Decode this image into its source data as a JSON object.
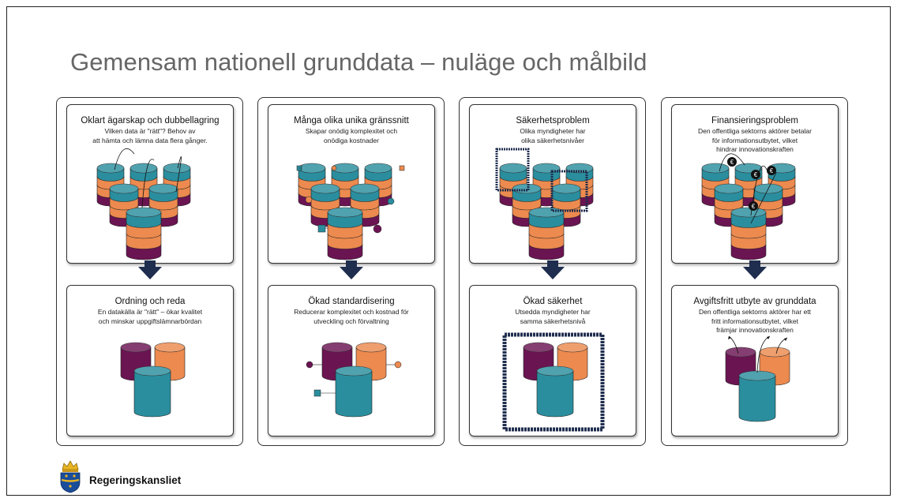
{
  "slide": {
    "title": "Gemensam nationell grunddata – nuläge och målbild",
    "org_name": "Regeringskansliet"
  },
  "colors": {
    "teal": "#2a8e9e",
    "orange": "#ec8a4f",
    "purple": "#6b1452",
    "navy": "#1f2d4e"
  },
  "columns": [
    {
      "top_title": "Oklart ägarskap och dubbellagring",
      "top_desc": [
        "Vilken data är \"rätt\"? Behov av",
        "att hämta och lämna data flera gånger."
      ],
      "bottom_title": "Ordning och reda",
      "bottom_desc": [
        "En datakälla är \"rätt\" – ökar kvalitet",
        "och minskar uppgiftslämnarbördan"
      ]
    },
    {
      "top_title": "Många olika unika gränssnitt",
      "top_desc": [
        "Skapar onödig komplexitet och",
        "onödiga kostnader"
      ],
      "bottom_title": "Ökad standardisering",
      "bottom_desc": [
        "Reducerar komplexitet och kostnad för",
        "utveckling och förvaltning"
      ]
    },
    {
      "top_title": "Säkerhetsproblem",
      "top_desc": [
        "Olika myndigheter har",
        "olika säkerhetsnivåer"
      ],
      "bottom_title": "Ökad säkerhet",
      "bottom_desc": [
        "Utsedda myndigheter har",
        "samma säkerhetsnivå"
      ]
    },
    {
      "top_title": "Finansieringsproblem",
      "top_desc": [
        "Den offentliga sektorns aktörer betalar",
        "för informationsutbytet, vilket",
        "hindrar innovationskraften"
      ],
      "bottom_title": "Avgiftsfritt utbyte av grunddata",
      "bottom_desc": [
        "Den offentliga sektorns aktörer har ett",
        "fritt informationsutbytet, vilket",
        "främjar innovationskraften"
      ]
    }
  ]
}
